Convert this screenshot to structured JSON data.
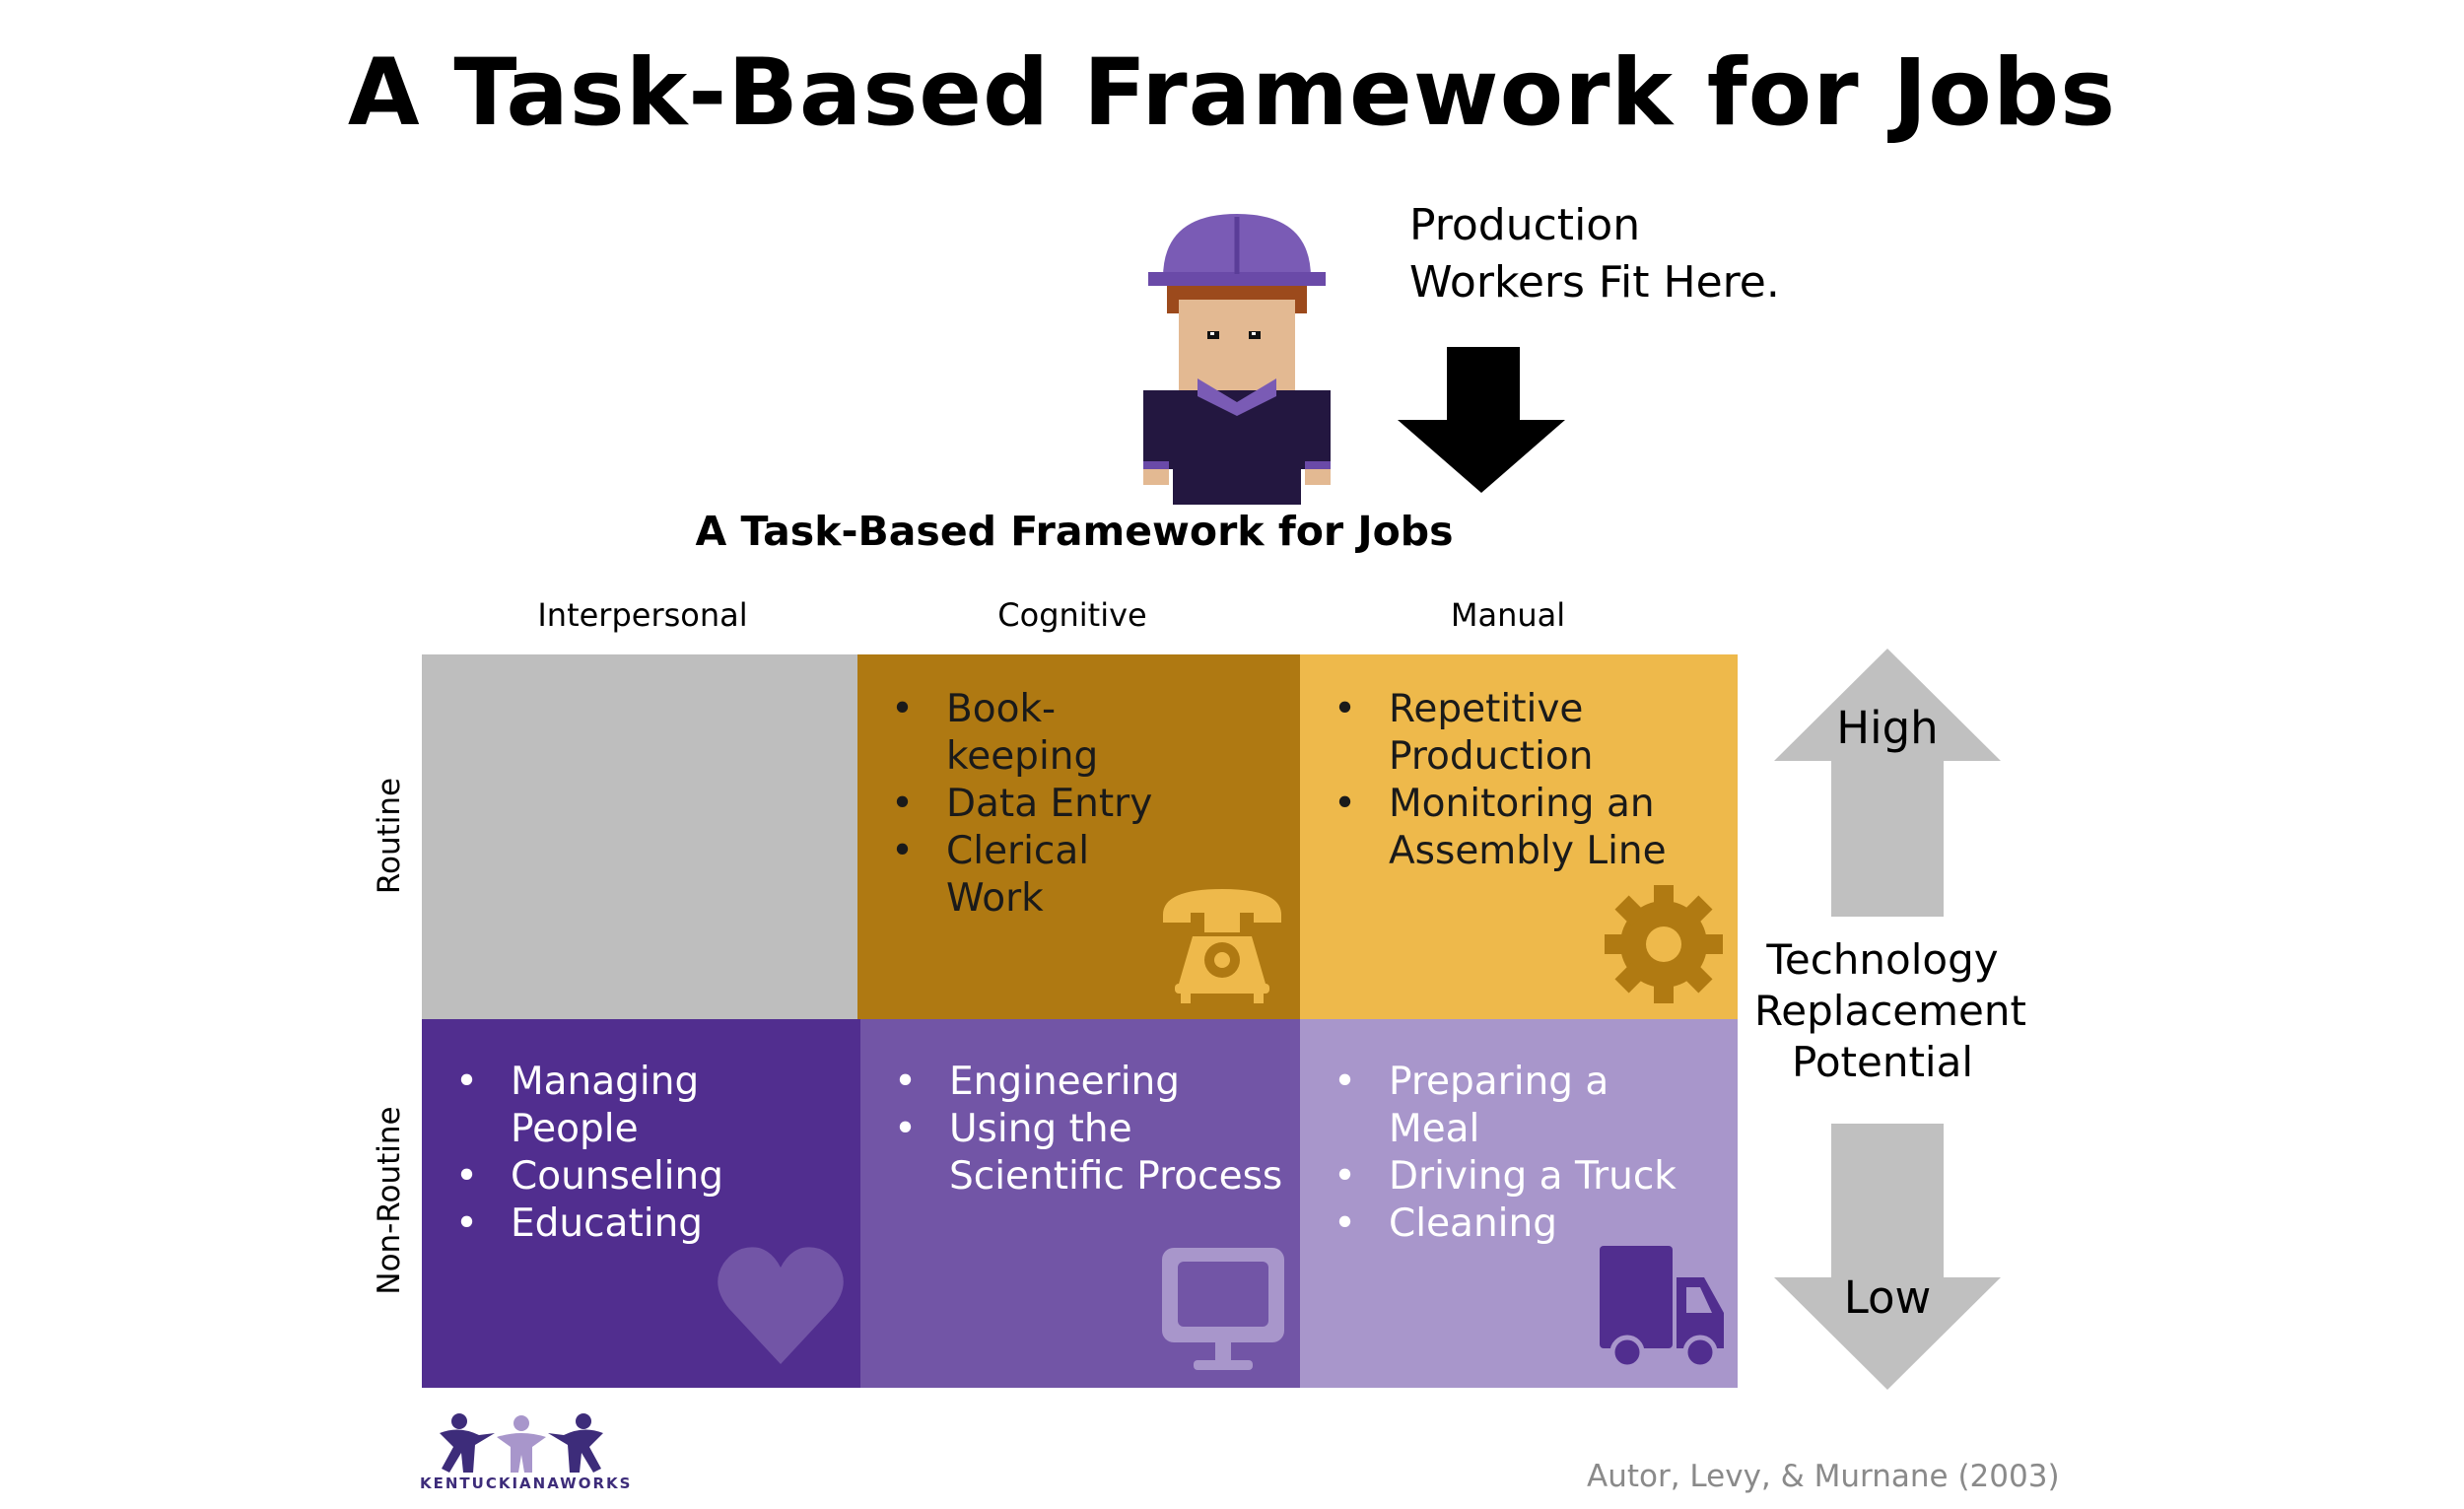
{
  "title": "A Task-Based Framework for Jobs",
  "callout": {
    "line1": "Production",
    "line2": "Workers Fit Here."
  },
  "subtitle": "A Task-Based Framework for Jobs",
  "columns": [
    "Interpersonal",
    "Cognitive",
    "Manual"
  ],
  "rows": [
    "Routine",
    "Non-Routine"
  ],
  "cells": {
    "routine_interpersonal": {
      "items": []
    },
    "routine_cognitive": {
      "items": [
        "Book-",
        "keeping",
        "Data Entry",
        "Clerical",
        "Work"
      ]
    },
    "routine_manual": {
      "items": [
        "Repetitive",
        "Production",
        "Monitoring an",
        "Assembly Line"
      ]
    },
    "nonroutine_interpersonal": {
      "items": [
        "Managing",
        "People",
        "Counseling",
        "Educating"
      ]
    },
    "nonroutine_cognitive": {
      "items": [
        "Engineering",
        "Using the",
        "Scientific Process"
      ]
    },
    "nonroutine_manual": {
      "items": [
        "Preparing a",
        "Meal",
        "Driving a Truck",
        "Cleaning"
      ]
    }
  },
  "scale": {
    "high": "High",
    "low": "Low",
    "label_line1": "Technology",
    "label_line2": "Replacement",
    "label_line3": "Potential"
  },
  "citation": "Autor, Levy, & Murnane (2003)",
  "logo": {
    "text": "KENTUCKIANAWORKS"
  },
  "colors": {
    "gray": "#bebebe",
    "dark_gold": "#af7912",
    "gold": "#eeb94b",
    "dark_purple": "#512e8f",
    "mid_purple": "#7255a6",
    "light_purple": "#a896cb",
    "arrow_gray": "#c0c0c0"
  },
  "icons": [
    "worker-icon",
    "down-arrow-icon",
    "telephone-icon",
    "gear-icon",
    "heart-icon",
    "monitor-icon",
    "truck-icon",
    "up-arrow-icon",
    "logo-icon"
  ]
}
